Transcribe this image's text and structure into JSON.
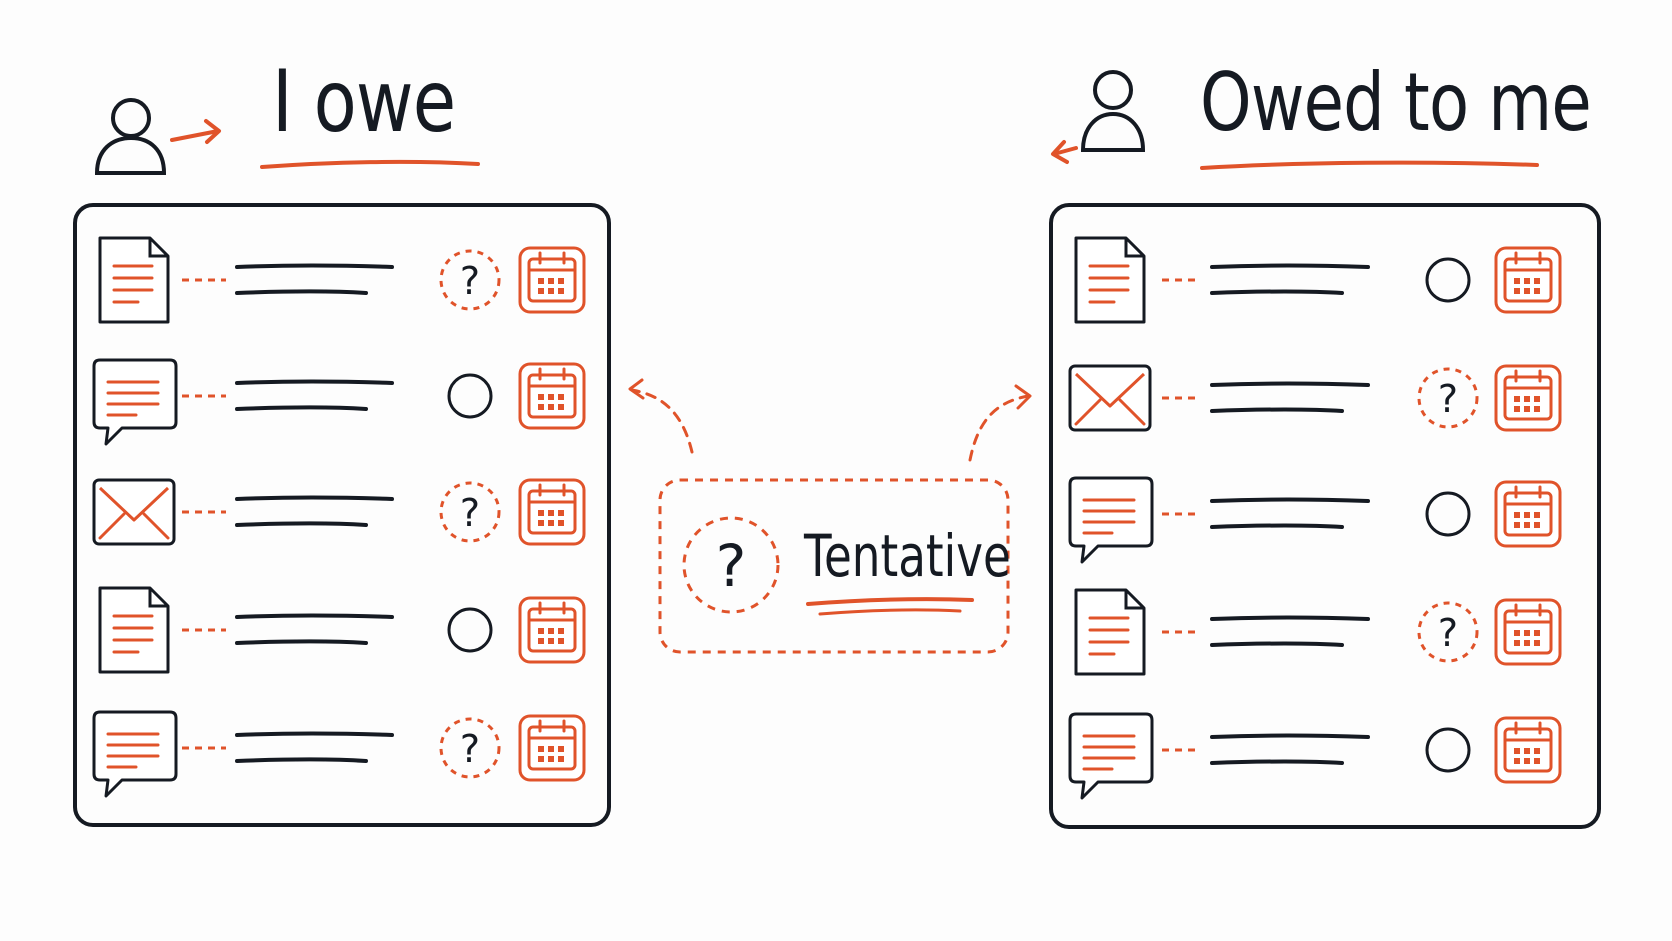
{
  "colors": {
    "ink": "#151a22",
    "accent": "#e0532a",
    "background": "#fdfdfd"
  },
  "left_panel": {
    "title": "I owe",
    "person_icon": "person-icon",
    "arrow": "arrow-out",
    "items": [
      {
        "icon": "document-icon",
        "status": "tentative"
      },
      {
        "icon": "chat-icon",
        "status": "open"
      },
      {
        "icon": "mail-icon",
        "status": "tentative"
      },
      {
        "icon": "document-icon",
        "status": "open"
      },
      {
        "icon": "chat-icon",
        "status": "tentative"
      }
    ]
  },
  "right_panel": {
    "title": "Owed to me",
    "person_icon": "person-icon",
    "arrow": "arrow-in",
    "items": [
      {
        "icon": "document-icon",
        "status": "open"
      },
      {
        "icon": "mail-icon",
        "status": "tentative"
      },
      {
        "icon": "chat-icon",
        "status": "open"
      },
      {
        "icon": "document-icon",
        "status": "tentative"
      },
      {
        "icon": "chat-icon",
        "status": "open"
      }
    ]
  },
  "center": {
    "label": "Tentative",
    "symbol": "?"
  }
}
